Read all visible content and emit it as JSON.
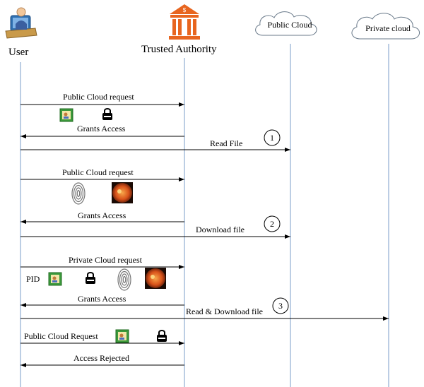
{
  "actors": {
    "user": {
      "label": "User",
      "icon": "user-at-desk-icon"
    },
    "authority": {
      "label": "Trusted Authority",
      "icon": "bank-building-icon"
    },
    "public_cloud": {
      "label": "Public Cloud",
      "icon": "cloud-icon"
    },
    "private_cloud": {
      "label": "Private cloud",
      "icon": "cloud-icon"
    }
  },
  "messages": [
    {
      "label": "Public Cloud request",
      "from": "user",
      "to": "authority"
    },
    {
      "label": "Grants Access",
      "from": "authority",
      "to": "user"
    },
    {
      "label": "Read File",
      "from": "user",
      "to": "public_cloud",
      "step": "1"
    },
    {
      "label": "Public Cloud request",
      "from": "user",
      "to": "authority"
    },
    {
      "label": "Grants Access",
      "from": "authority",
      "to": "user"
    },
    {
      "label": "Download file",
      "from": "user",
      "to": "public_cloud",
      "step": "2"
    },
    {
      "label": "Private Cloud request",
      "from": "user",
      "to": "authority"
    },
    {
      "label": "Grants Access",
      "from": "authority",
      "to": "user"
    },
    {
      "label": "Read & Download file",
      "from": "user",
      "to": "private_cloud",
      "step": "3"
    },
    {
      "label": "Public Cloud Request",
      "from": "user",
      "to": "authority"
    },
    {
      "label": "Access Rejected",
      "from": "authority",
      "to": "user"
    }
  ],
  "credentials": {
    "pid_label": "PID",
    "icons": [
      "id-card-icon",
      "lock-icon",
      "fingerprint-icon",
      "retina-scan-icon"
    ]
  },
  "colors": {
    "lifeline": "#9fb8d8",
    "arrow": "#000000",
    "authority_orange": "#e8651f",
    "id_card_green": "#3c9a3c",
    "retina_orange": "#d9531a"
  }
}
